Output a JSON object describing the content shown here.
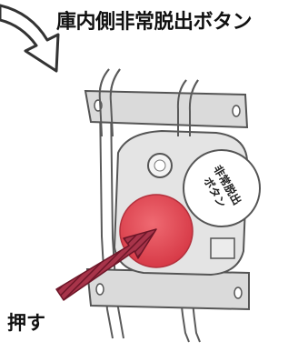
{
  "caption": "庫内側非常脱出ボタン",
  "button_label_line1": "非常脱出",
  "button_label_line2": "ボタン",
  "push_label": "押す",
  "colors": {
    "button_red": "#e0454f",
    "arrow_dark_red": "#8a1f35",
    "plate_gray": "#d7d7d7",
    "outline": "#555555"
  },
  "icons": [
    "curved-arrow-icon",
    "push-arrow-icon"
  ]
}
